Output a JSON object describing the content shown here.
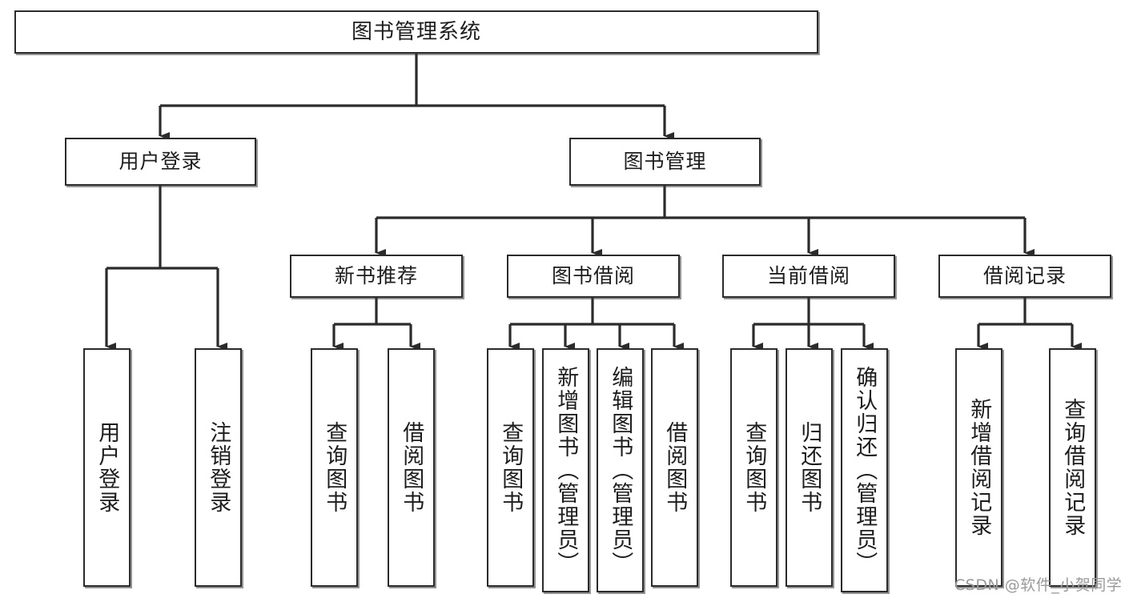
{
  "diagram": {
    "title": "图书管理系统",
    "type": "tree-hierarchy-chart",
    "watermark": "CSDN @软件_小贺同学",
    "colors": {
      "node_border": "#2b2b2b",
      "node_fill": "#ffffff",
      "edge": "#2b2b2b",
      "text": "#1d1d1d",
      "watermark": "#9a9a9a",
      "background": "#ffffff"
    },
    "nodes": {
      "root": {
        "label": "图书管理系统"
      },
      "level2": [
        {
          "id": "user-login",
          "label": "用户登录"
        },
        {
          "id": "book-manage",
          "label": "图书管理"
        }
      ],
      "level3": [
        {
          "id": "new-book-recommend",
          "label": "新书推荐"
        },
        {
          "id": "book-borrow",
          "label": "图书借阅"
        },
        {
          "id": "current-borrow",
          "label": "当前借阅"
        },
        {
          "id": "borrow-record",
          "label": "借阅记录"
        }
      ],
      "leaves": {
        "user-login": [
          {
            "id": "leaf-user-login",
            "label": "用户登录"
          },
          {
            "id": "leaf-user-logout",
            "label": "注销登录"
          }
        ],
        "new-book-recommend": [
          {
            "id": "leaf-query-book-1",
            "label": "查询图书"
          },
          {
            "id": "leaf-borrow-book-1",
            "label": "借阅图书"
          }
        ],
        "book-borrow": [
          {
            "id": "leaf-query-book-2",
            "label": "查询图书"
          },
          {
            "id": "leaf-add-book",
            "label": "新增图书（管理员）"
          },
          {
            "id": "leaf-edit-book",
            "label": "编辑图书（管理员）"
          },
          {
            "id": "leaf-borrow-book-2",
            "label": "借阅图书"
          }
        ],
        "current-borrow": [
          {
            "id": "leaf-query-book-3",
            "label": "查询图书"
          },
          {
            "id": "leaf-return-book",
            "label": "归还图书"
          },
          {
            "id": "leaf-confirm-return",
            "label": "确认归还（管理员）"
          }
        ],
        "borrow-record": [
          {
            "id": "leaf-add-record",
            "label": "新增借阅记录"
          },
          {
            "id": "leaf-query-record",
            "label": "查询借阅记录"
          }
        ]
      }
    }
  }
}
